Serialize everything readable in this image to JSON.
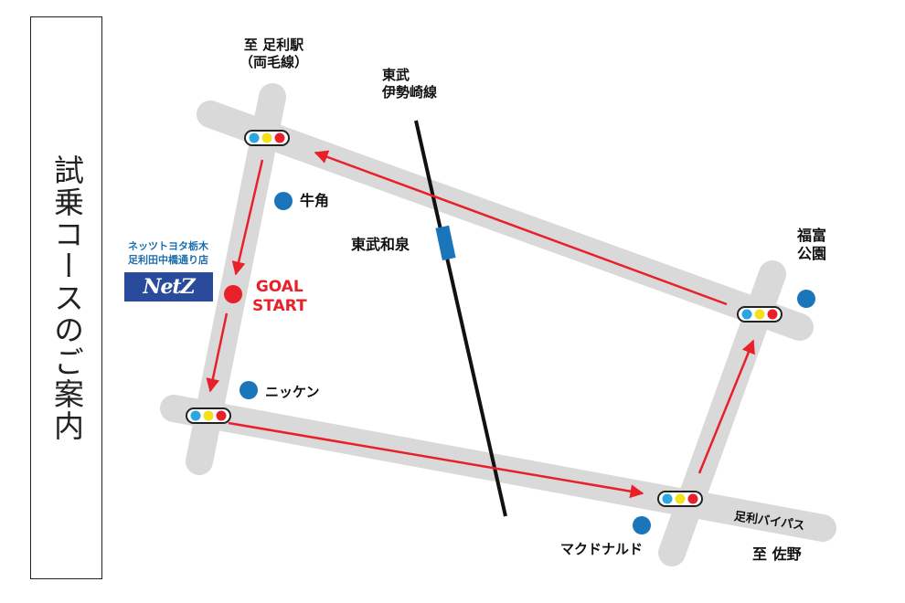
{
  "title": "試乗コースのご案内",
  "dealer": {
    "line1": "ネッツトヨタ栃木",
    "line2": "足利田中橋通り店",
    "logo_text": "NetZ"
  },
  "goal_label": "GOAL",
  "start_label": "START",
  "labels": {
    "ashikaga_station_1": "至 足利駅",
    "ashikaga_station_2": "（両毛線）",
    "tobu_line_1": "東武",
    "tobu_line_2": "伊勢崎線",
    "tobu_izumi": "東武和泉",
    "gyukaku": "牛角",
    "fukutomi_1": "福富",
    "fukutomi_2": "公園",
    "nikken": "ニッケン",
    "mcdonalds": "マクドナルド",
    "bypass": "足利バイパス",
    "sano": "至 佐野"
  },
  "colors": {
    "road": "#d9d9d9",
    "route": "#e8202a",
    "poi": "#1b75bb",
    "rail": "#111111",
    "station": "#1b75bb",
    "signal_blue": "#2aa7e0",
    "signal_yellow": "#f5e11b",
    "signal_red": "#e8202a"
  }
}
